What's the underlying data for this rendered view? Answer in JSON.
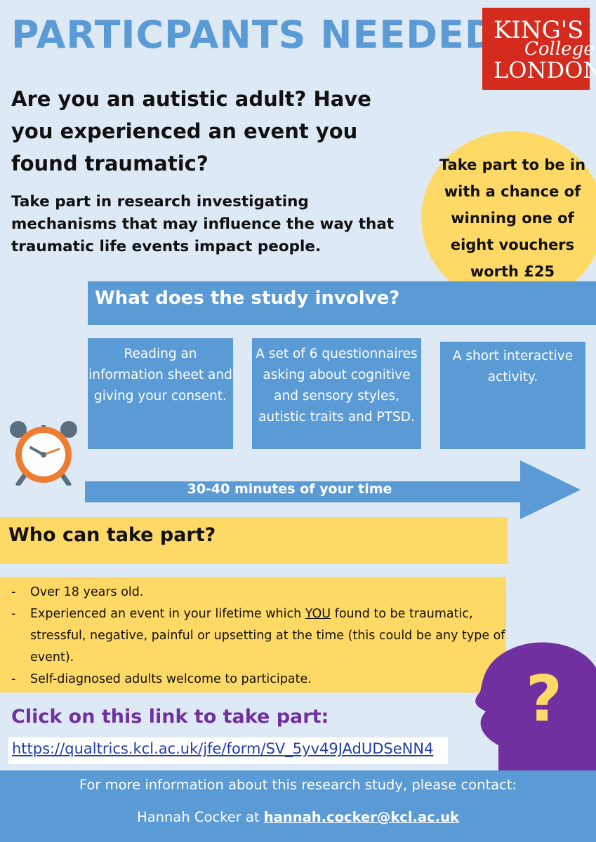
{
  "title": "PARTICPANTS NEEDED",
  "logo": {
    "line1": "KING'S",
    "line2": "College",
    "line3": "LONDON"
  },
  "question": "Are you an autistic adult? Have you experienced an event you found traumatic?",
  "intro": "Take part in research investigating mechanisms that may influence the way that traumatic life events impact people.",
  "prize": "Take part to be in with a chance of winning one of eight vouchers worth £25",
  "study": {
    "heading": "What does the study involve?",
    "steps": [
      "Reading an information sheet and giving your consent.",
      "A set of 6 questionnaires asking about cognitive and sensory styles, autistic traits and PTSD.",
      "A short interactive activity."
    ],
    "duration": "30-40 minutes of your time"
  },
  "who": {
    "heading": "Who can take part?",
    "criteria": {
      "c1": "Over 18 years old.",
      "c2_before": "Experienced an event in your lifetime which ",
      "c2_emph": "YOU",
      "c2_after": " found to be traumatic, stressful, negative, painful or upsetting at the time (this could be any type of event).",
      "c3": "Self-diagnosed adults welcome to participate."
    }
  },
  "link": {
    "heading": "Click on this link to take part:",
    "url": "https://qualtrics.kcl.ac.uk/jfe/form/SV_5yv49JAdUDSeNN4"
  },
  "footer": {
    "line1": "For more information about this research study, please contact:",
    "contact_prefix": "Hannah Cocker at ",
    "email": "hannah.cocker@kcl.ac.uk"
  },
  "colors": {
    "background": "#ddeaf6",
    "blue": "#5b9bd5",
    "yellow": "#ffd966",
    "purple": "#7030a0",
    "logo_red": "#d52b1e",
    "clock_orange": "#ed7d31"
  },
  "icons": [
    "alarm-clock-icon",
    "question-head-icon",
    "arrow-icon"
  ]
}
